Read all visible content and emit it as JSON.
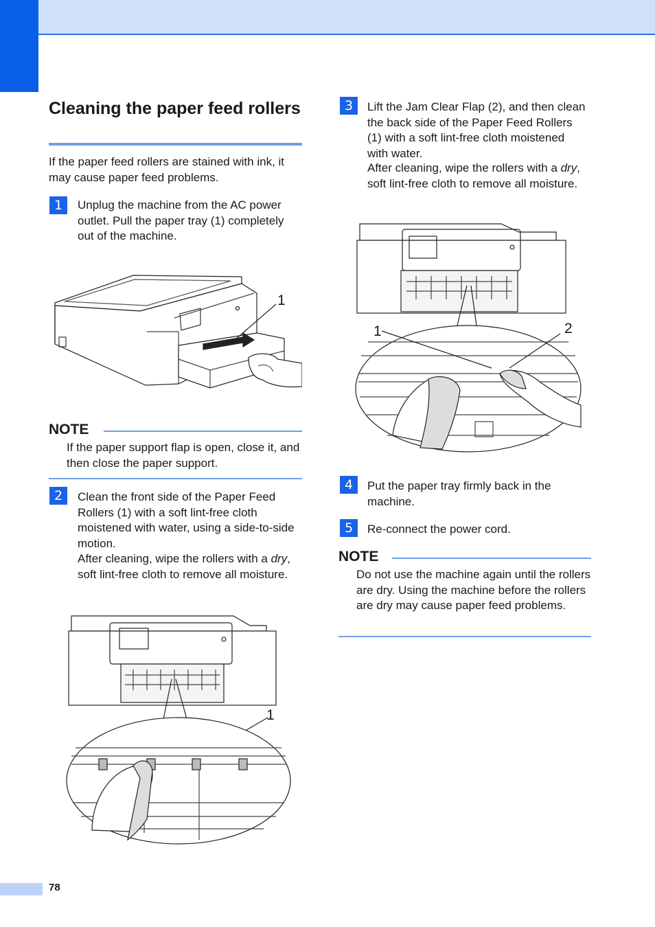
{
  "page": {
    "number": "78"
  },
  "section": {
    "title": "Cleaning the paper feed rollers",
    "intro": "If the paper feed rollers are stained with ink, it may cause paper feed problems."
  },
  "steps": [
    {
      "num": "1",
      "text": "Unplug the machine from the AC power outlet. Pull the paper tray (1) completely out of the machine."
    },
    {
      "num": "2",
      "text_a": "Clean the front side of the Paper Feed Rollers (1) with a soft lint-free cloth moistened with water, using a side-to-side motion.",
      "text_b_pre": "After cleaning, wipe the rollers with a ",
      "text_b_em": "dry",
      "text_b_post": ", soft lint-free cloth to remove all moisture."
    },
    {
      "num": "3",
      "text_a": "Lift the Jam Clear Flap (2), and then clean the back side of the Paper Feed Rollers (1) with a soft lint-free cloth moistened with water.",
      "text_b_pre": "After cleaning, wipe the rollers with a ",
      "text_b_em": "dry",
      "text_b_post": ", soft lint-free cloth to remove all moisture."
    },
    {
      "num": "4",
      "text": "Put the paper tray firmly back in the machine."
    },
    {
      "num": "5",
      "text": "Re-connect the power cord."
    }
  ],
  "notes": [
    {
      "heading": "NOTE",
      "text": "If the paper support flap is open, close it, and then close the paper support."
    },
    {
      "heading": "NOTE",
      "text": "Do not use the machine again until the rollers are dry. Using the machine before the rollers are dry may cause paper feed problems."
    }
  ],
  "figures": {
    "fig1": {
      "callout": "1"
    },
    "fig2": {
      "callout": "1"
    },
    "fig3": {
      "callout_1": "1",
      "callout_2": "2"
    }
  },
  "colors": {
    "accent": "#1a63e8",
    "rule": "#6f9de8",
    "header_band": "#cfe0fb"
  }
}
